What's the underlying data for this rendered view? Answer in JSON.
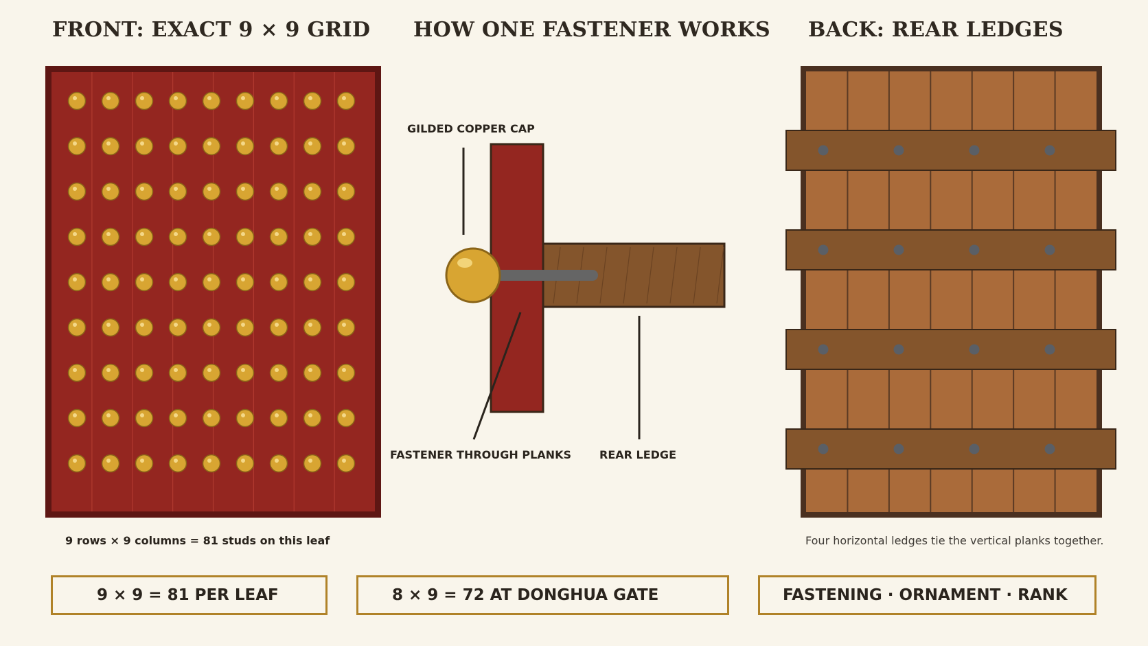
{
  "headings": {
    "front": "FRONT: EXACT 9 × 9 GRID",
    "mechanism": "HOW ONE FASTENER WORKS",
    "back": "BACK: REAR LEDGES"
  },
  "front": {
    "rows": 9,
    "columns": 9,
    "caption": "9 rows × 9 columns = 81 studs on this leaf"
  },
  "mechanism": {
    "labels": {
      "cap": "GILDED COPPER CAP",
      "fastener": "FASTENER THROUGH PLANKS",
      "ledge": "REAR LEDGE"
    }
  },
  "back": {
    "plank_count": 7,
    "ledge_count": 4,
    "bolts_per_ledge": 4,
    "caption": "Four horizontal ledges tie the vertical planks together."
  },
  "summary_boxes": [
    "9 × 9 = 81 PER LEAF",
    "8 × 9 = 72 AT DONGHUA GATE",
    "FASTENING · ORNAMENT · RANK"
  ],
  "colors": {
    "door_red": "#942620",
    "door_frame": "#5e1613",
    "stud_gold": "#d8a532",
    "stud_edge": "#8a6418",
    "plank": "#aa6b3a",
    "ledge": "#84552c",
    "frame_dark": "#4a3020",
    "bolt": "#5a5f66",
    "box_border": "#b08228",
    "background": "#f9f5eb"
  }
}
